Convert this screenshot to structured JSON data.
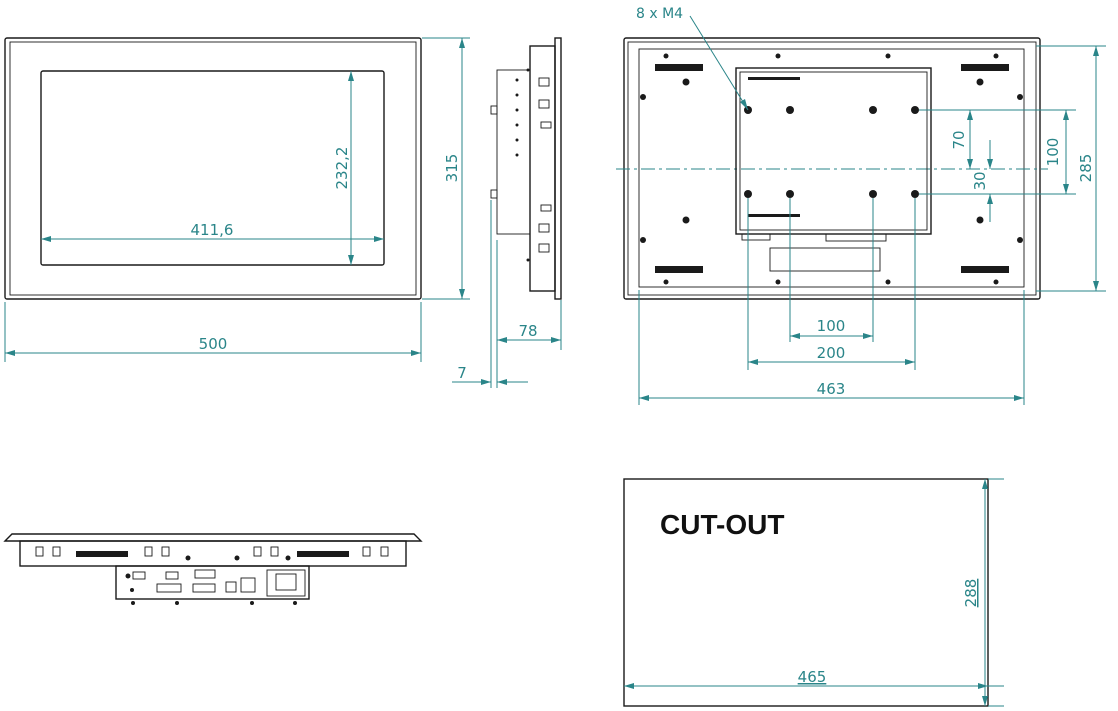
{
  "views": {
    "front": {
      "width_label": "500",
      "height_label": "315",
      "screen_width_label": "411,6",
      "screen_height_label": "232,2"
    },
    "side": {
      "depth_label": "78",
      "bezel_label": "7"
    },
    "rear": {
      "screw_callout": "8 x M4",
      "vesa_small_h_label": "100",
      "vesa_large_h_label": "200",
      "vesa_small_v_label": "70",
      "vesa_offset_label": "30",
      "vesa_large_v_label": "100",
      "mount_height_label": "285",
      "mount_width_label": "463"
    },
    "cutout": {
      "title": "CUT-OUT",
      "width_label": "465",
      "height_label": "288"
    }
  },
  "colors": {
    "dimension": "#2a8589",
    "outline": "#1a1a1a"
  }
}
